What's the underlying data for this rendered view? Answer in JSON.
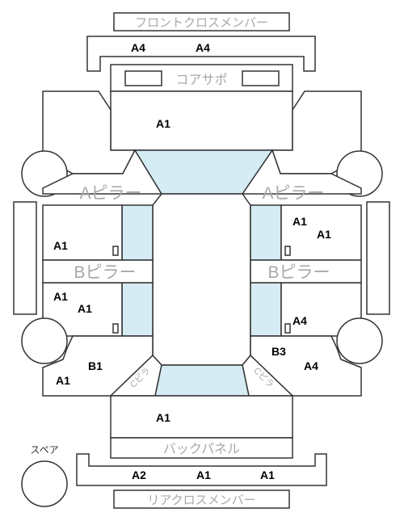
{
  "labels": {
    "front_cross_member": "フロントクロスメンバー",
    "core_support": "コアサポ",
    "a_pillar": "Aピラー",
    "b_pillar": "Bピラー",
    "back_panel": "バックパネル",
    "rear_cross_member": "リアクロスメンバー",
    "spare": "スペア",
    "c_pillar": "Cピラ"
  },
  "grades": {
    "front_cross_left": "A4",
    "front_cross_right": "A4",
    "hood": "A1",
    "left_front_door": "A1",
    "left_rear_door_1": "A1",
    "left_rear_door_2": "A1",
    "left_rear_quarter_1": "B1",
    "left_rear_quarter_2": "A1",
    "right_front_door_1": "A1",
    "right_front_door_2": "A1",
    "right_rear_door": "A4",
    "right_rear_quarter_1": "B3",
    "right_rear_quarter_2": "A4",
    "trunk": "A1",
    "rear_cross_left": "A2",
    "rear_cross_center": "A1",
    "rear_cross_right": "A1"
  },
  "colors": {
    "glass": "#d6ecf4",
    "outline": "#333333",
    "label_gray": "#a8a8a8"
  }
}
